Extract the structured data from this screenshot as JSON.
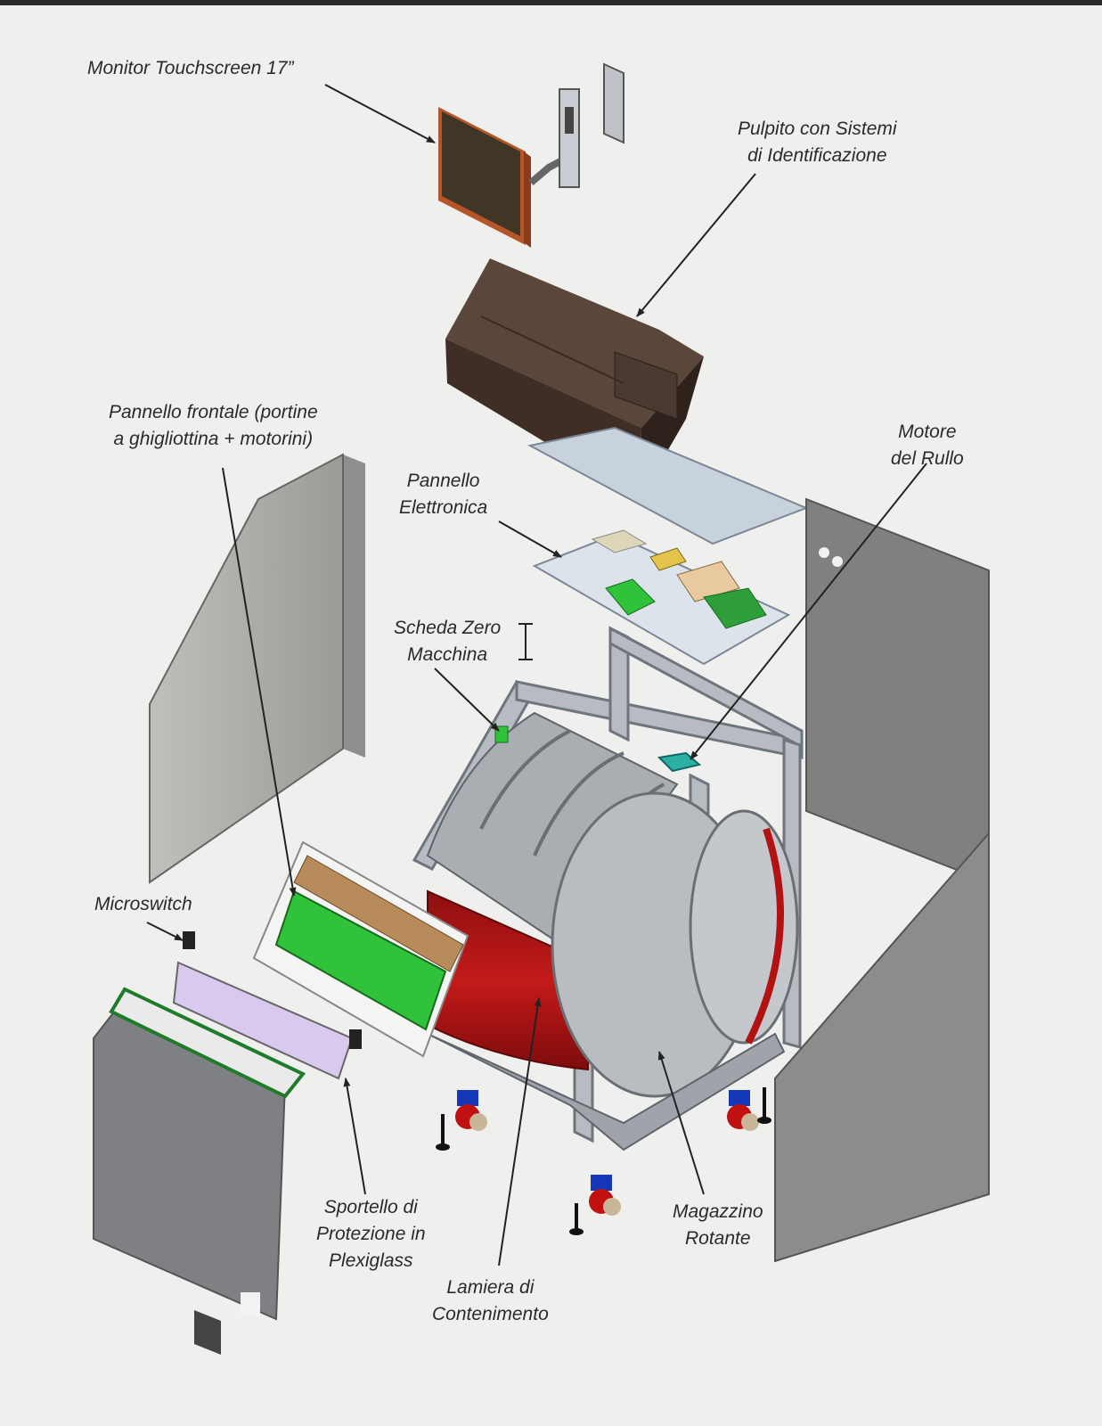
{
  "diagram": {
    "labels": {
      "monitor": [
        "Monitor Touchscreen 17”"
      ],
      "pulpito": [
        "Pulpito con Sistemi",
        "di Identificazione"
      ],
      "pannello_frontale": [
        "Pannello frontale (portine",
        "a ghigliottina + motorini)"
      ],
      "motore": [
        "Motore",
        "del Rullo"
      ],
      "elettronica": [
        "Pannello",
        "Elettronica"
      ],
      "scheda_zero": [
        "Scheda Zero",
        "Macchina"
      ],
      "microswitch": [
        "Microswitch"
      ],
      "sportello": [
        "Sportello di",
        "Protezione in",
        "Plexiglass"
      ],
      "magazzino": [
        "Magazzino",
        "Rotante"
      ],
      "lamiera": [
        "Lamiera di",
        "Contenimento"
      ]
    },
    "colors": {
      "background": "#efefed",
      "monitor": "#4a3b2a",
      "monitor_frame": "#b5562a",
      "pulpit": "#4e3a30",
      "panel_gray": "#a9aaa6",
      "panel_blue": "#c8d2dc",
      "pcb_green": "#2fc23a",
      "drum_red": "#b31212",
      "frame": "#b7bcc2",
      "caster_blue": "#1636b8",
      "caster_red": "#c01010",
      "motor_teal": "#2bb0a3"
    }
  }
}
